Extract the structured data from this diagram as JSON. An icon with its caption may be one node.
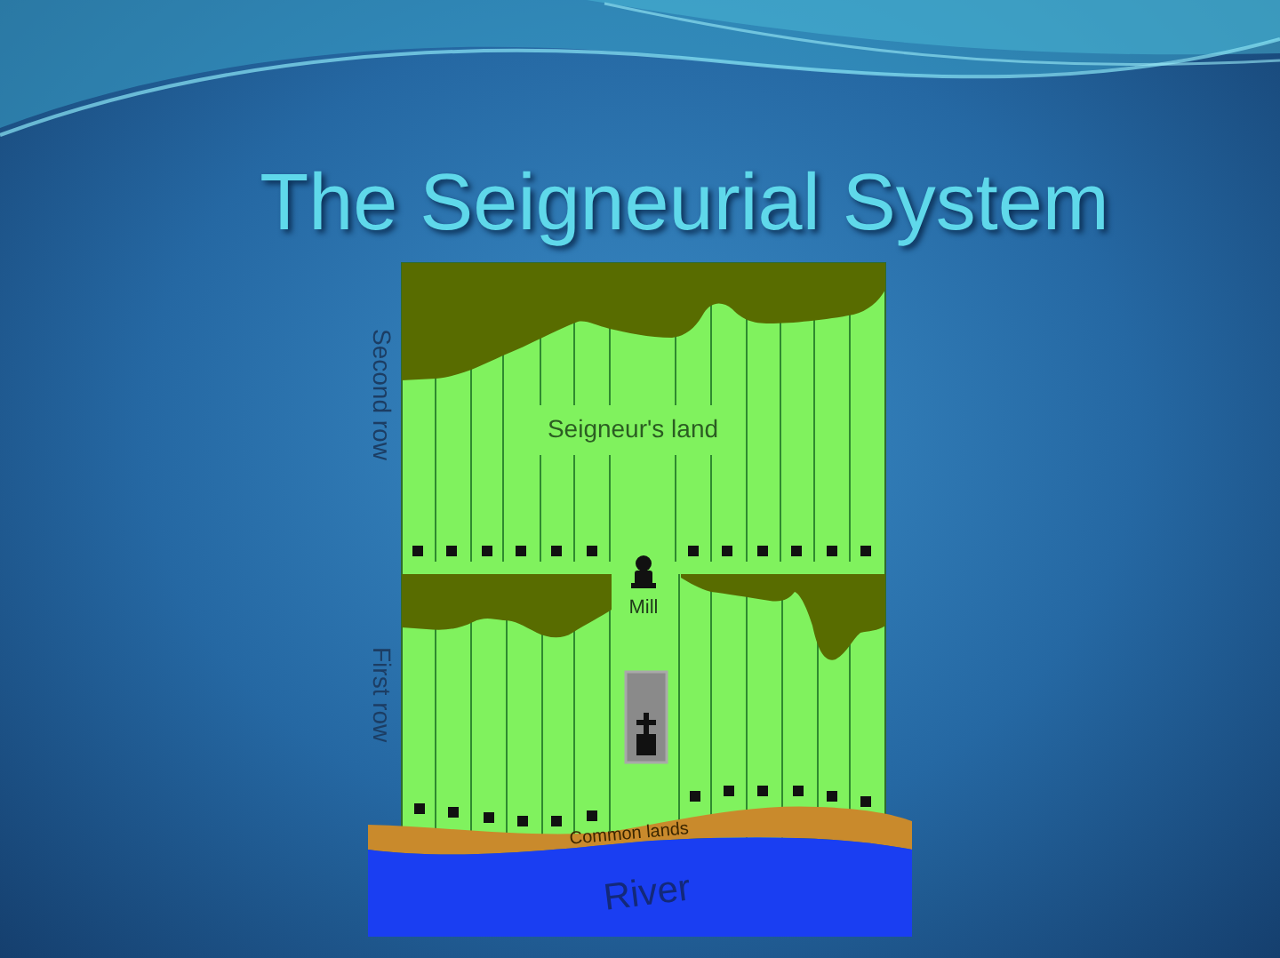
{
  "diagram": {
    "title": "The Seigneurial System",
    "labels": [
      "Second row",
      "Seigneur's land",
      "Mill",
      "First row",
      "Common lands",
      "River"
    ]
  }
}
